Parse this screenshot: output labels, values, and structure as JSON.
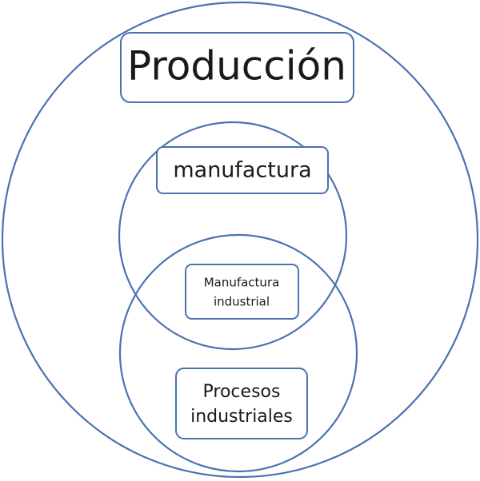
{
  "diagram": {
    "outer_circle": {
      "label": "Producción"
    },
    "upper_circle": {
      "label": "manufactura"
    },
    "intersection": {
      "label_line1": "Manufactura",
      "label_line2": "industrial"
    },
    "lower_circle": {
      "label_line1": "Procesos",
      "label_line2": "industriales"
    }
  },
  "colors": {
    "stroke": "#4a72b0",
    "text": "#1a1a1a",
    "background": "#ffffff"
  }
}
